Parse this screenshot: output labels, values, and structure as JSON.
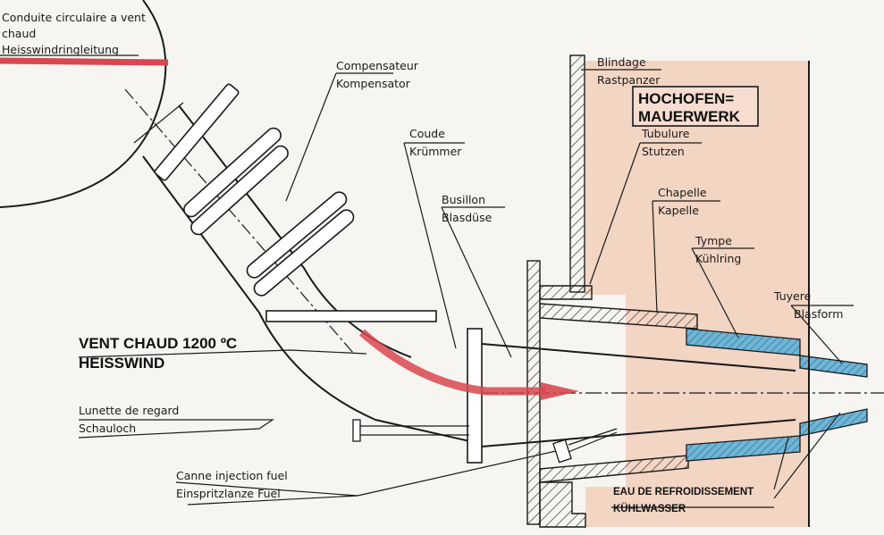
{
  "labels": {
    "conduite": "Conduite circulaire a vent",
    "chaud": "chaud",
    "heisswindringleitung": "Heisswindringleitung",
    "compensateur": "Compensateur",
    "kompensator": "Kompensator",
    "coude": "Coude",
    "krummer": "Krümmer",
    "busillon": "Busillon",
    "blasduse": "Blasdüse",
    "blindage": "Blindage",
    "rastpanzer": "Rastpanzer",
    "hochofen": "HOCHOFEN=",
    "mauerwerk": "MAUERWERK",
    "tubulure": "Tubulure",
    "stutzen": "Stutzen",
    "chapelle": "Chapelle",
    "kapelle": "Kapelle",
    "tympe": "Tympe",
    "kuhlring": "Kühlring",
    "tuyere": "Tuyere",
    "blasform": "Blasform",
    "vent_chaud": "VENT CHAUD 1200 ºC",
    "heisswind": "HEISSWIND",
    "lunette": "Lunette de regard",
    "schauloch": "Schauloch",
    "canne": "Canne injection fuel",
    "einspritz": "Einspritzlanze Fuel",
    "eau": "EAU DE REFROIDISSEMENT",
    "kuhlwasser": "KÜHLWASSER"
  },
  "colors": {
    "hot_air_arrow": "#d9474f",
    "cooling": "#4a9fc4",
    "masonry": "#f1c9b4",
    "line": "#1a1a1a",
    "paper": "#f6f5f1"
  }
}
